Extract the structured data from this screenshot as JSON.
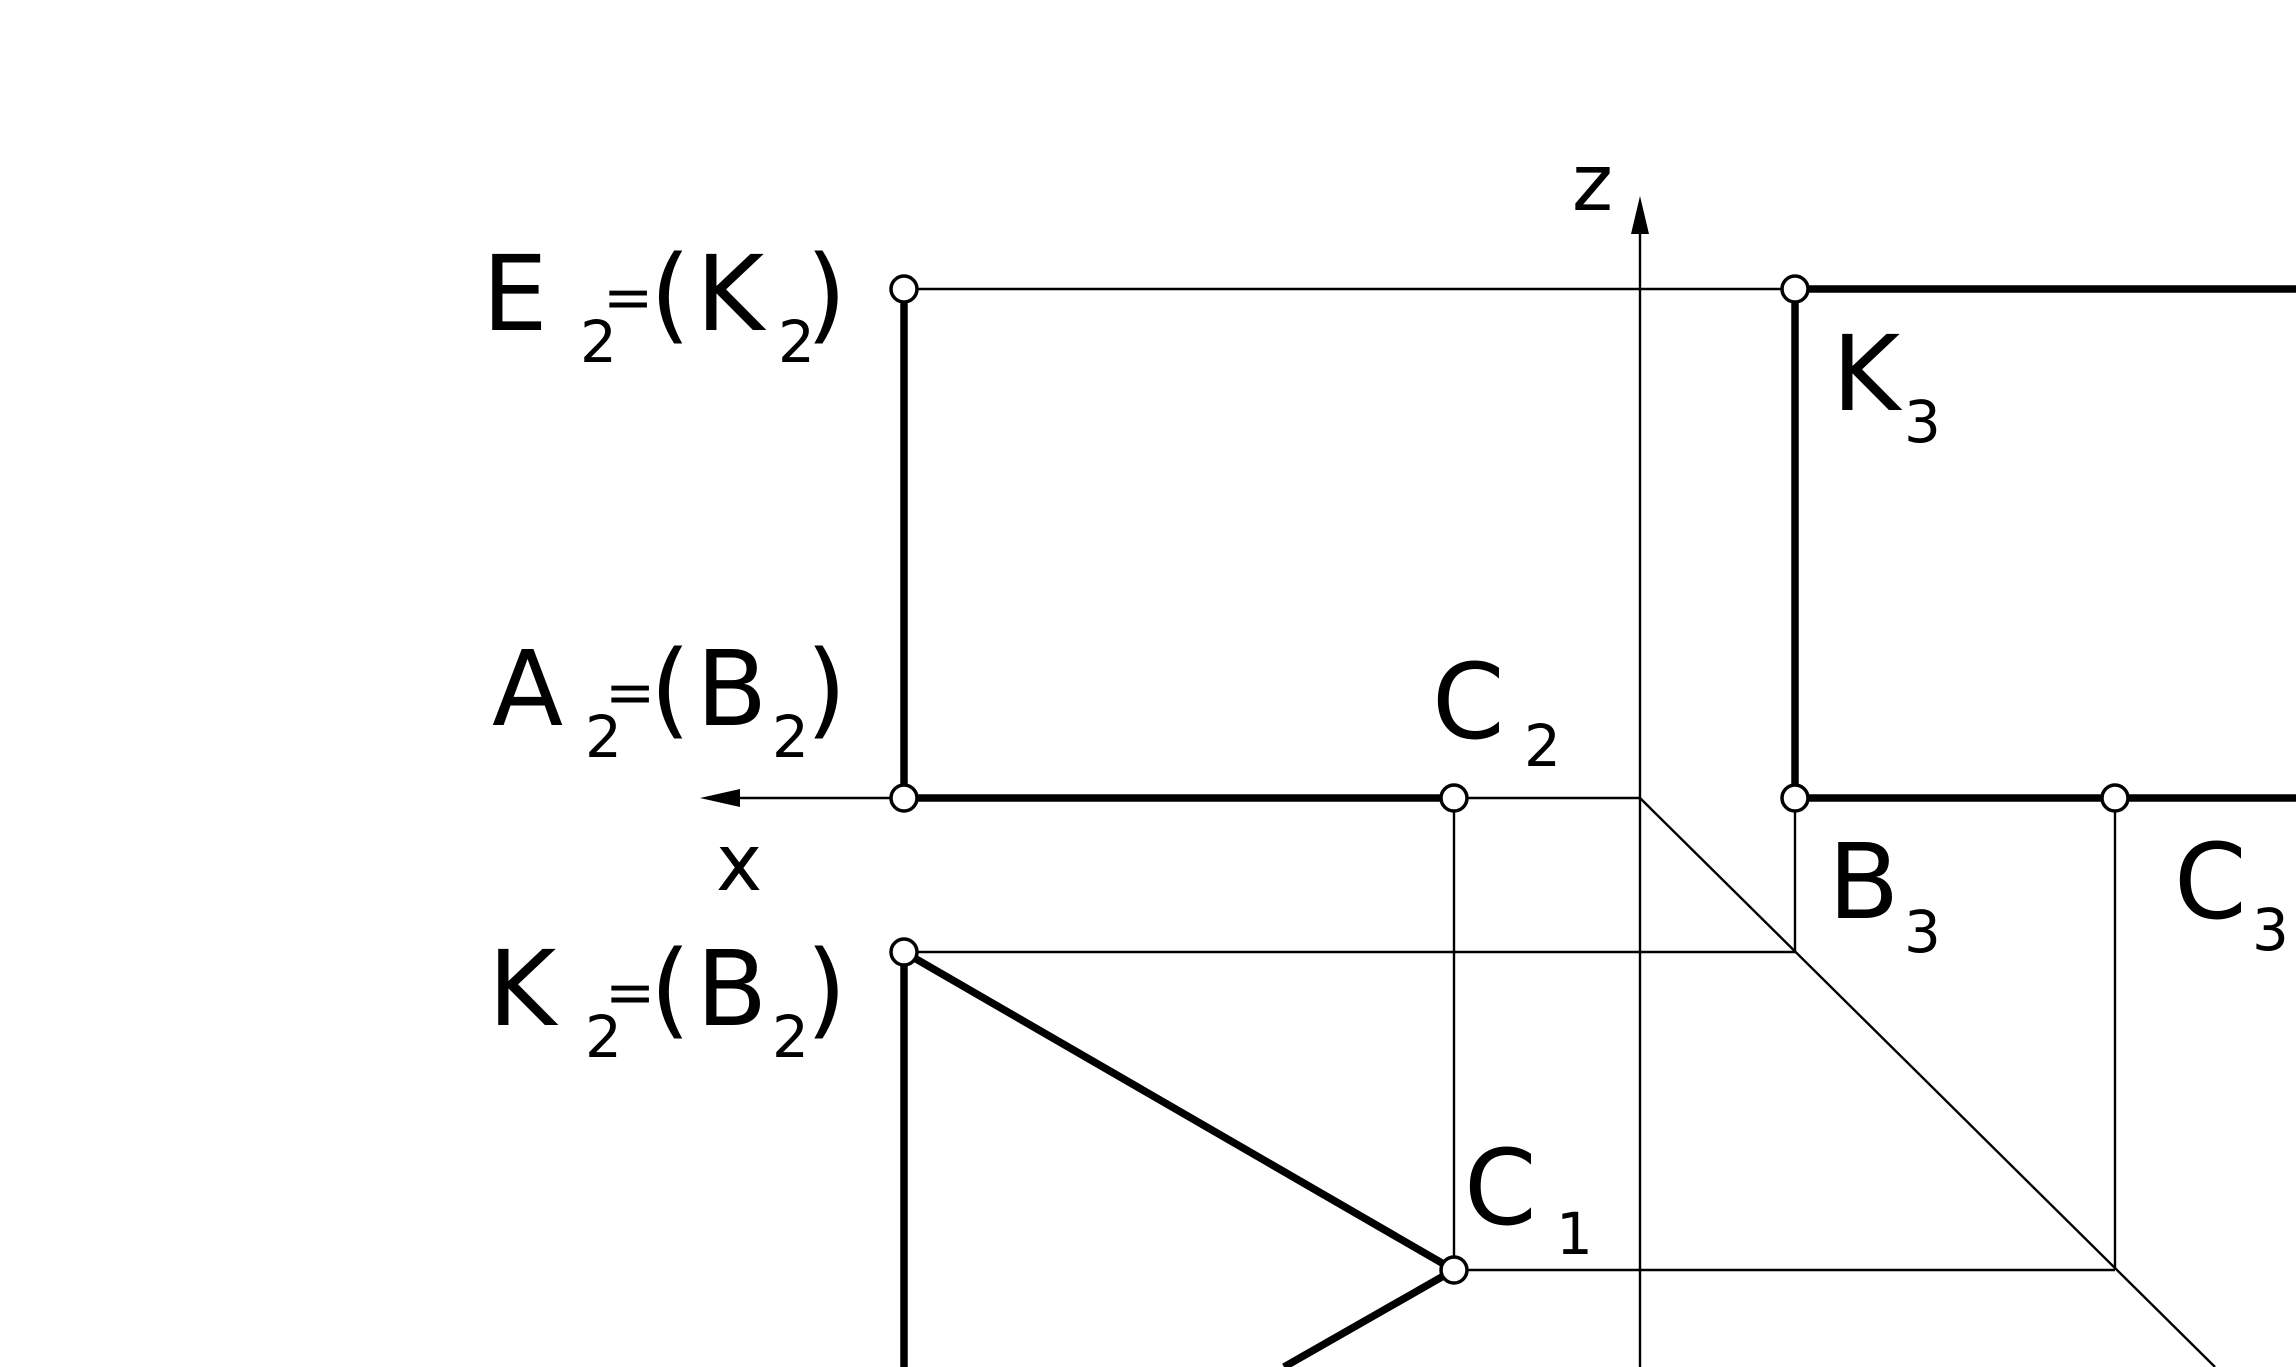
{
  "diagram": {
    "axes": {
      "x_label": "x",
      "z_label": "z"
    },
    "labels": {
      "E2": {
        "main": "E",
        "sub": "2",
        "eq": "=",
        "open": "(",
        "inner": "K",
        "inner_sub": "2",
        "close": ")"
      },
      "A2": {
        "main": "A",
        "sub": "2",
        "eq": "=",
        "open": "(",
        "inner": "B",
        "inner_sub": "2",
        "close": ")"
      },
      "K2": {
        "main": "K",
        "sub": "2",
        "eq": "=",
        "open": "(",
        "inner": "B",
        "inner_sub": "2",
        "close": ")"
      },
      "C2": {
        "main": "C",
        "sub": "2"
      },
      "C1": {
        "main": "C",
        "sub": "1"
      },
      "K3": {
        "main": "K",
        "sub": "3"
      },
      "B3": {
        "main": "B",
        "sub": "3"
      },
      "C3": {
        "main": "C",
        "sub": "3"
      }
    },
    "colors": {
      "ink": "#000000",
      "background": "#ffffff"
    }
  }
}
